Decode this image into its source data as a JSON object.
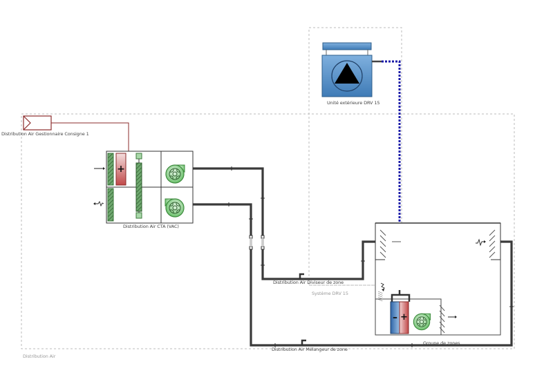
{
  "diagram": {
    "title": "Distribution Air",
    "colors": {
      "duct": "#3a3a3a",
      "refrigerant": "#1a1aa8",
      "control": "#8b2b2b",
      "fan_fill": "#8fd08f",
      "heating_coil": "#c85a5a",
      "cooling_coil": "#3a78b8",
      "outdoor_unit": "#4f8fc6",
      "boundary": "#bbbbbb"
    },
    "groups": [
      {
        "id": "distribution-air",
        "label": "Distribution Air"
      },
      {
        "id": "systeme-drv",
        "label": "Système DRV 15"
      }
    ],
    "components": {
      "controller": {
        "label": "Distribution Air Gestionnaire Consigne 1",
        "icon": "setpoint-manager-icon"
      },
      "ahu": {
        "label": "Distribution Air CTA (VAC)",
        "icon": "air-handling-unit-icon"
      },
      "outdoor_unit": {
        "label": "Unité extérieure DRV 15",
        "icon": "outdoor-unit-icon"
      },
      "zone_group": {
        "label": "Groupe de zones",
        "icon": "zone-group-icon"
      },
      "supply_splitter": {
        "label": "Distribution Air Diviseur de zone"
      },
      "return_mixer": {
        "label": "Distribution Air Mélangeur de zone"
      }
    }
  }
}
